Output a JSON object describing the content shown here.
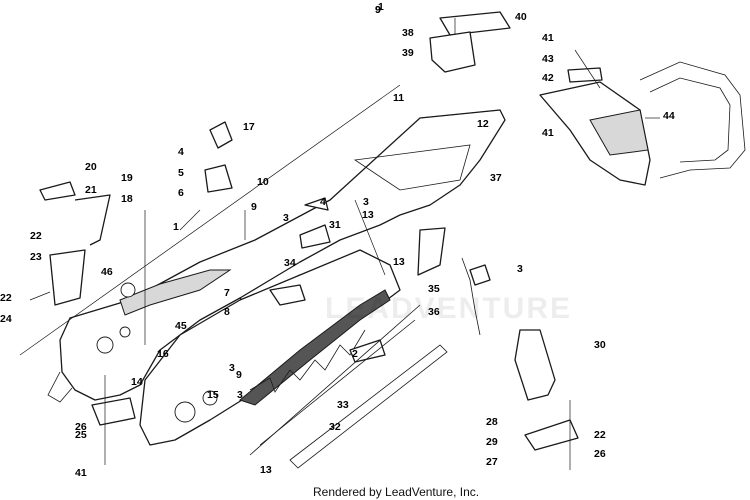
{
  "footer": "Rendered by LeadVenture, Inc.",
  "watermark": "LEADVENTURE",
  "callouts": [
    "1",
    "2",
    "3",
    "3",
    "3",
    "3",
    "3",
    "4",
    "4",
    "5",
    "6",
    "7",
    "8",
    "9",
    "9",
    "9",
    "10",
    "11",
    "12",
    "13",
    "13",
    "13",
    "14",
    "15",
    "16",
    "17",
    "18",
    "19",
    "20",
    "21",
    "22",
    "22",
    "22",
    "23",
    "24",
    "25",
    "26",
    "26",
    "27",
    "28",
    "29",
    "30",
    "31",
    "32",
    "33",
    "34",
    "35",
    "36",
    "37",
    "38",
    "39",
    "40",
    "41",
    "41",
    "41",
    "42",
    "43",
    "44",
    "45",
    "46"
  ]
}
